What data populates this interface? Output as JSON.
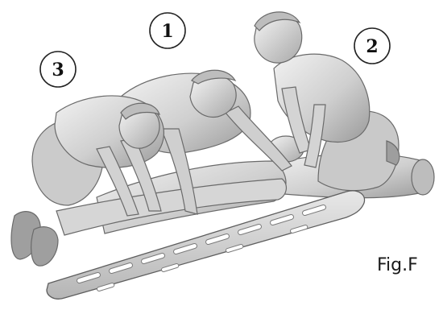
{
  "figure": {
    "caption": "Fig.F",
    "markers": [
      {
        "label": "1"
      },
      {
        "label": "2"
      },
      {
        "label": "3"
      }
    ]
  },
  "colors": {
    "background": "#ffffff",
    "figure_light": "#e6e6e6",
    "figure_mid": "#c4c4c4",
    "figure_shadow": "#8f8f8f",
    "outline": "#5e5e5e"
  }
}
